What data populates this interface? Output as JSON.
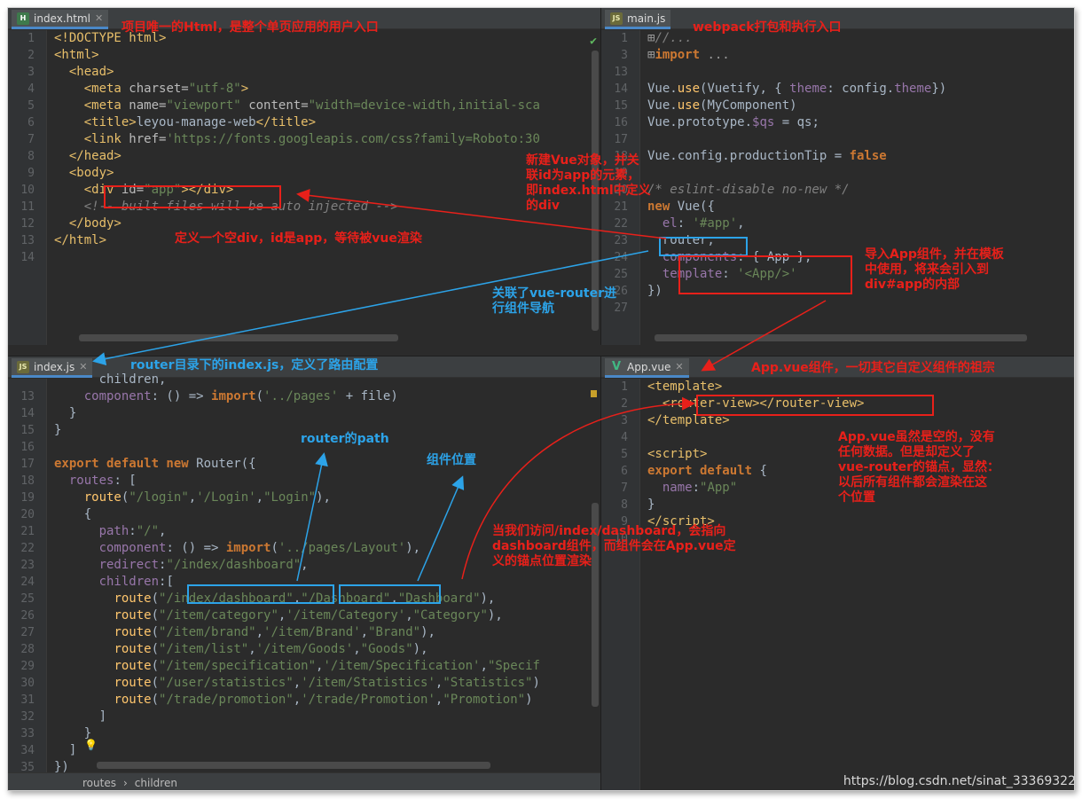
{
  "panes": {
    "index_html": {
      "tab": "index.html",
      "icon": "H",
      "lines": [
        {
          "n": "1",
          "h": "<span class=\"tag\">&lt;!DOCTYPE html&gt;</span>"
        },
        {
          "n": "2",
          "h": "<span class=\"tag\">&lt;html&gt;</span>"
        },
        {
          "n": "3",
          "h": "  <span class=\"tag\">&lt;head&gt;</span>"
        },
        {
          "n": "4",
          "h": "    <span class=\"tag\">&lt;meta </span><span class=\"attr\">charset=</span><span class=\"str\">\"utf-8\"</span><span class=\"tag\">&gt;</span>"
        },
        {
          "n": "5",
          "h": "    <span class=\"tag\">&lt;meta </span><span class=\"attr\">name=</span><span class=\"str\">\"viewport\"</span> <span class=\"attr\">content=</span><span class=\"str\">\"width=device-width,initial-sca</span>"
        },
        {
          "n": "6",
          "h": "    <span class=\"tag\">&lt;title&gt;</span>leyou-manage-web<span class=\"tag\">&lt;/title&gt;</span>"
        },
        {
          "n": "7",
          "h": "    <span class=\"tag\">&lt;link </span><span class=\"attr\">href=</span><span class=\"str\">'https://fonts.googleapis.com/css?family=Roboto:30</span>"
        },
        {
          "n": "8",
          "h": "  <span class=\"tag\">&lt;/head&gt;</span>"
        },
        {
          "n": "9",
          "h": "  <span class=\"tag\">&lt;body&gt;</span>"
        },
        {
          "n": "10",
          "h": "    <span class=\"tag\">&lt;div </span><span class=\"attr\">id=</span><span class=\"str\">\"app\"</span><span class=\"tag\">&gt;&lt;/div&gt;</span>"
        },
        {
          "n": "11",
          "h": "    <span class=\"cmt\">&lt;!-- built files will be auto injected --&gt;</span>"
        },
        {
          "n": "12",
          "h": "  <span class=\"tag\">&lt;/body&gt;</span>"
        },
        {
          "n": "13",
          "h": "<span class=\"tag\">&lt;/html&gt;</span>"
        },
        {
          "n": "14",
          "h": ""
        }
      ]
    },
    "main_js": {
      "tab": "main.js",
      "icon": "JS",
      "lines": [
        {
          "n": "1",
          "h": "<span class=\"fold\">⊞</span><span class=\"cmt\">//...</span>"
        },
        {
          "n": "3",
          "h": "<span class=\"fold\">⊞</span><span class=\"kw\">import</span> <span class=\"fold\">...</span>"
        },
        {
          "n": "13",
          "h": ""
        },
        {
          "n": "14",
          "h": "Vue.<span class=\"fn\">use</span>(Vuetify, { <span class=\"prop\">theme</span>: config.<span class=\"prop\">theme</span>})"
        },
        {
          "n": "15",
          "h": "Vue.<span class=\"fn\">use</span>(MyComponent)"
        },
        {
          "n": "16",
          "h": "Vue.prototype.<span class=\"prop\">$qs</span> = qs;"
        },
        {
          "n": "17",
          "h": ""
        },
        {
          "n": "18",
          "h": "Vue.config.productionTip = <span class=\"kw\">false</span>"
        },
        {
          "n": "19",
          "h": ""
        },
        {
          "n": "20",
          "h": "<span class=\"cmt\">/* eslint-disable no-new */</span>"
        },
        {
          "n": "21",
          "h": "<span class=\"kw\">new</span> Vue({"
        },
        {
          "n": "22",
          "h": "  <span class=\"prop\">el</span>: <span class=\"str\">'#app'</span>,"
        },
        {
          "n": "23",
          "h": "  router,"
        },
        {
          "n": "24",
          "h": "  <span class=\"prop\">components</span>: { App },"
        },
        {
          "n": "25",
          "h": "  <span class=\"prop\">template</span>: <span class=\"str\">'&lt;App/&gt;'</span>"
        },
        {
          "n": "26",
          "h": "})"
        },
        {
          "n": "27",
          "h": ""
        }
      ]
    },
    "index_js": {
      "tab": "index.js",
      "icon": "JS",
      "lines": [
        {
          "n": "",
          "h": "      children,"
        },
        {
          "n": "13",
          "h": "    <span class=\"prop\">component</span>: () =&gt; <span class=\"kw\">import</span>(<span class=\"str\">'../pages'</span> + file)"
        },
        {
          "n": "14",
          "h": "  }"
        },
        {
          "n": "15",
          "h": "}"
        },
        {
          "n": "16",
          "h": ""
        },
        {
          "n": "17",
          "h": "<span class=\"kw\">export default new</span> Router({"
        },
        {
          "n": "18",
          "h": "  <span class=\"prop\">routes</span>: ["
        },
        {
          "n": "19",
          "h": "    <span class=\"fn\">route</span>(<span class=\"str\">\"/login\"</span>,<span class=\"str\">'/Login'</span>,<span class=\"str\">\"Login\"</span>),"
        },
        {
          "n": "20",
          "h": "    {"
        },
        {
          "n": "21",
          "h": "      <span class=\"prop\">path</span>:<span class=\"str\">\"/\"</span>,"
        },
        {
          "n": "22",
          "h": "      <span class=\"prop\">component</span>: () =&gt; <span class=\"kw\">import</span>(<span class=\"str\">'../pages/Layout'</span>),"
        },
        {
          "n": "23",
          "h": "      <span class=\"prop\">redirect</span>:<span class=\"str\">\"/index/dashboard\"</span>,"
        },
        {
          "n": "24",
          "h": "      <span class=\"prop\">children</span>:["
        },
        {
          "n": "25",
          "h": "        <span class=\"fn\">route</span>(<span class=\"str\">\"/index/dashboard\"</span>,<span class=\"str\">\"/Dashboard\"</span>,<span class=\"str\">\"Dashboard\"</span>),"
        },
        {
          "n": "26",
          "h": "        <span class=\"fn\">route</span>(<span class=\"str\">\"/item/category\"</span>,<span class=\"str\">'/item/Category'</span>,<span class=\"str\">\"Category\"</span>),"
        },
        {
          "n": "27",
          "h": "        <span class=\"fn\">route</span>(<span class=\"str\">\"/item/brand\"</span>,<span class=\"str\">'/item/Brand'</span>,<span class=\"str\">\"Brand\"</span>),"
        },
        {
          "n": "28",
          "h": "        <span class=\"fn\">route</span>(<span class=\"str\">\"/item/list\"</span>,<span class=\"str\">'/item/Goods'</span>,<span class=\"str\">\"Goods\"</span>),"
        },
        {
          "n": "29",
          "h": "        <span class=\"fn\">route</span>(<span class=\"str\">\"/item/specification\"</span>,<span class=\"str\">'/item/Specification'</span>,<span class=\"str\">\"Specif</span>"
        },
        {
          "n": "30",
          "h": "        <span class=\"fn\">route</span>(<span class=\"str\">\"/user/statistics\"</span>,<span class=\"str\">'/item/Statistics'</span>,<span class=\"str\">\"Statistics\"</span>)"
        },
        {
          "n": "31",
          "h": "        <span class=\"fn\">route</span>(<span class=\"str\">\"/trade/promotion\"</span>,<span class=\"str\">'/trade/Promotion'</span>,<span class=\"str\">\"Promotion\"</span>)"
        },
        {
          "n": "32",
          "h": "      ]"
        },
        {
          "n": "33",
          "h": "    }"
        },
        {
          "n": "34",
          "h": "  ]"
        },
        {
          "n": "35",
          "h": "})"
        }
      ],
      "breadcrumb": [
        "routes",
        "›",
        "children"
      ]
    },
    "app_vue": {
      "tab": "App.vue",
      "icon": "V",
      "lines": [
        {
          "n": "1",
          "h": "<span class=\"tag\">&lt;template&gt;</span>"
        },
        {
          "n": "2",
          "h": "  <span class=\"tag\">&lt;router-view&gt;&lt;/router-view&gt;</span>"
        },
        {
          "n": "3",
          "h": "<span class=\"tag\">&lt;/template&gt;</span>"
        },
        {
          "n": "4",
          "h": ""
        },
        {
          "n": "5",
          "h": "<span class=\"tag\">&lt;script&gt;</span>"
        },
        {
          "n": "6",
          "h": "<span class=\"kw\">export default</span> {"
        },
        {
          "n": "7",
          "h": "  <span class=\"prop\">name</span>:<span class=\"str\">\"App\"</span>"
        },
        {
          "n": "8",
          "h": "}"
        },
        {
          "n": "9",
          "h": "<span class=\"tag\">&lt;/script&gt;</span>"
        },
        {
          "n": "10",
          "h": ""
        }
      ]
    }
  },
  "annotations": {
    "html_entry": "项目唯一的Html，是整个单页应用的用户入口",
    "webpack_entry": "webpack打包和执行入口",
    "new_vue": "新建Vue对象，并关\n联id为app的元素，\n即index.html中定义\n的div",
    "empty_div": "定义一个空div，id是app，等待被vue渲染",
    "import_app": "导入App组件，并在模板\n中使用，将来会引入到\ndiv#app的内部",
    "router_nav": "关联了vue-router进\n行组件导航",
    "router_index": "router目录下的index.js，定义了路由配置",
    "app_vue_root": "App.vue组件，一切其它自定义组件的祖宗",
    "router_path": "router的path",
    "component_pos": "组件位置",
    "app_vue_desc": "App.vue虽然是空的，没有\n任何数据。但是却定义了\nvue-router的锚点，显然：\n以后所有组件都会渲染在这\n个位置",
    "dashboard_note": "当我们访问/index/dashboard，会指向\ndashboard组件，而组件会在App.vue定\n义的锚点位置渲染"
  },
  "watermark": "https://blog.csdn.net/sinat_33369322"
}
